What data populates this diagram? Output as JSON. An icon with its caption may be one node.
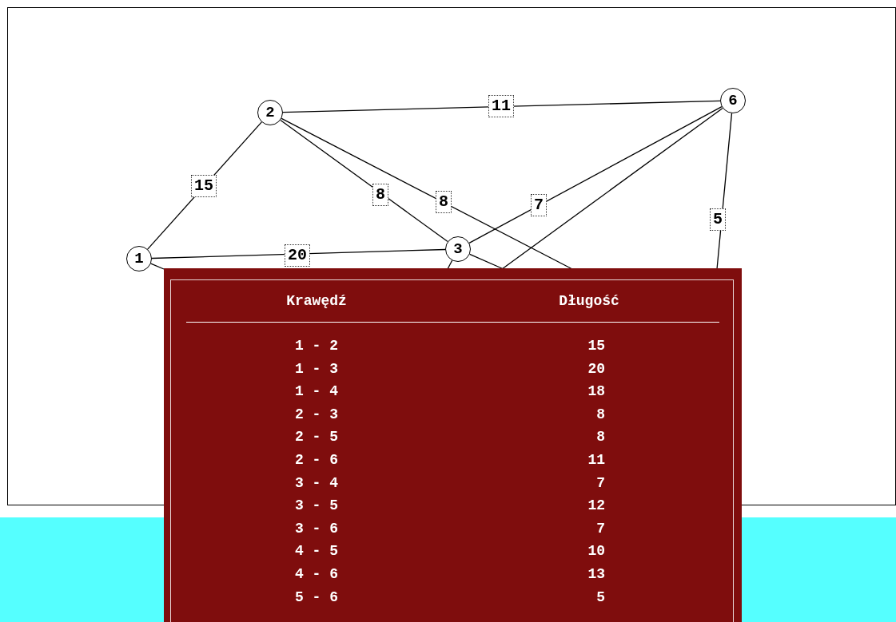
{
  "diagram": {
    "nodes": [
      {
        "text": [
          "1"
        ]
      },
      {
        "text": [
          "2"
        ]
      },
      {
        "text": [
          "3"
        ]
      },
      {
        "text": [
          "6"
        ]
      }
    ],
    "edges": [
      {
        "from": 0,
        "to": 1,
        "arrow": "none",
        "label": "15"
      },
      {
        "from": 0,
        "to": 2,
        "arrow": "none",
        "label": "20"
      },
      {
        "from": 1,
        "to": 3,
        "arrow": "none",
        "label": "11"
      },
      {
        "from": 1,
        "to": 2,
        "arrow": "none",
        "label": "8"
      },
      {
        "from": 1,
        "to": null,
        "arrow": "none",
        "label": "8"
      },
      {
        "from": 2,
        "to": 3,
        "arrow": "none",
        "label": "7"
      },
      {
        "from": 3,
        "to": null,
        "arrow": "none"
      },
      {
        "from": 3,
        "to": null,
        "arrow": "none",
        "label": "5"
      },
      {
        "from": 2,
        "to": null,
        "arrow": "none"
      },
      {
        "from": 2,
        "to": null,
        "arrow": "none"
      },
      {
        "from": 0,
        "to": null,
        "arrow": "none"
      }
    ],
    "labels": [
      "Krawędź",
      "Długość",
      "1 - 2",
      "15",
      "1 - 3",
      "20",
      "1 - 4",
      "18",
      "2 - 3",
      "8",
      "2 - 5",
      "8",
      "2 - 6",
      "11",
      "3 - 4",
      "7",
      "3 - 5",
      "12",
      "3 - 6",
      "7",
      "4 - 5",
      "10",
      "4 - 6",
      "13",
      "5 - 6",
      "5"
    ]
  }
}
